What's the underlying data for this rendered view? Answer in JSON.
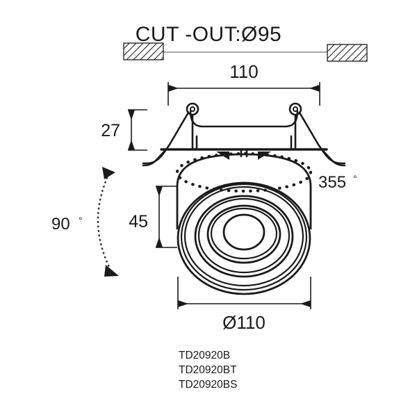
{
  "drawing": {
    "title": "CUT -OUT:Ø95",
    "cutout_diameter_mm": 95,
    "labels": {
      "outer_width": "110",
      "recess_depth": "27",
      "body_height": "45",
      "face_diameter": "Ø110",
      "rotation": "355",
      "rotation_degree_mark": "°",
      "tilt": "90",
      "tilt_degree_mark": "°"
    },
    "models": [
      "TD20920B",
      "TD20920BT",
      "TD20920BS"
    ],
    "colors": {
      "ink": "#1a1a1a",
      "ceiling_line": "#8a8a8a",
      "background": "#ffffff"
    },
    "parts": {
      "ceiling_left_label": "ceiling-section-left",
      "ceiling_right_label": "ceiling-section-right",
      "spring_clip_left": "spring-clip-left",
      "spring_clip_right": "spring-clip-right",
      "trim_ring": "trim-ring",
      "lamp_body": "lamp-body-cylinder",
      "lens": "lens-aperture"
    }
  }
}
